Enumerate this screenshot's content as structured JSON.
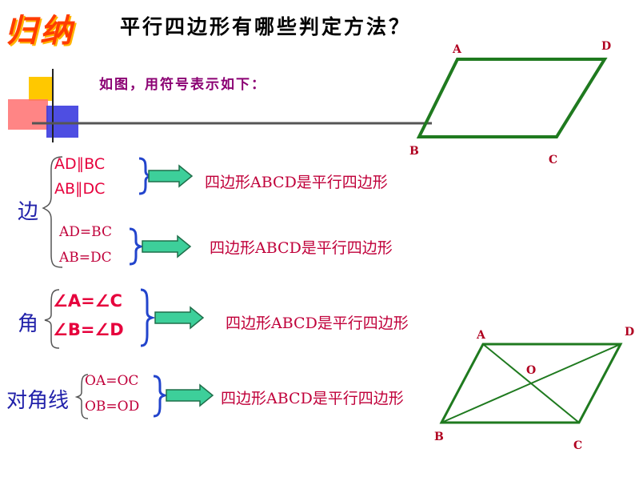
{
  "header": {
    "title_art": "归纳",
    "question": "平行四边形有哪些判定方法？",
    "subtitle": "如图，用符号表示如下："
  },
  "figure1": {
    "vertices": [
      "A",
      "B",
      "C",
      "D"
    ]
  },
  "figure2": {
    "vertices": [
      "A",
      "B",
      "C",
      "D",
      "O"
    ]
  },
  "categories": [
    {
      "name": "边",
      "groups": [
        {
          "conditions": [
            "AD∥BC",
            "AB∥DC"
          ],
          "result": "四边形ABCD是平行四边形"
        },
        {
          "conditions": [
            "AD=BC",
            "AB=DC"
          ],
          "result": "四边形ABCD是平行四边形"
        }
      ]
    },
    {
      "name": "角",
      "groups": [
        {
          "conditions": [
            "∠A=∠C",
            "∠B=∠D"
          ],
          "result": "四边形ABCD是平行四边形"
        }
      ]
    },
    {
      "name": "对角线",
      "groups": [
        {
          "conditions": [
            "OA=OC",
            "OB=OD"
          ],
          "result": "四边形ABCD是平行四边形"
        }
      ]
    }
  ],
  "colors": {
    "figure_stroke": "#1f7a1f",
    "arrow_fill": "#3dcf9a",
    "arrow_stroke": "#1f6f4a",
    "brace": "#2244cc",
    "accent_red": "#e6003c"
  }
}
